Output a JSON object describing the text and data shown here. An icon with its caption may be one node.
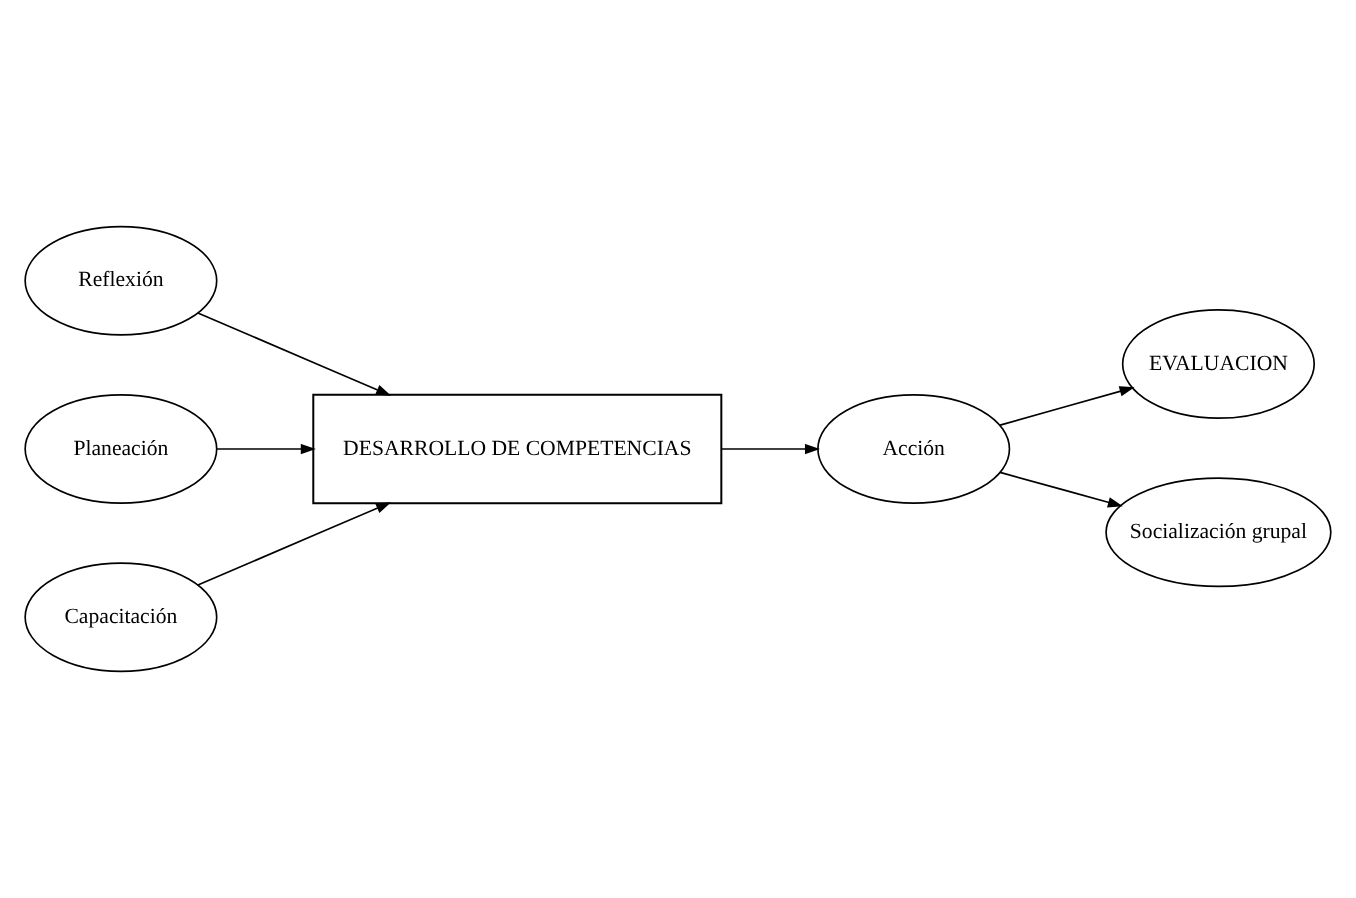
{
  "diagram": {
    "nodes": [
      {
        "text": [
          "Reflexión"
        ]
      },
      {
        "text": [
          "Planeación"
        ]
      },
      {
        "text": [
          "DESARROLLO DE COMPETENCIAS"
        ]
      },
      {
        "text": [
          "Capacitación"
        ]
      },
      {
        "text": [
          "Acción"
        ]
      },
      {
        "text": [
          "EVALUACION"
        ]
      },
      {
        "text": [
          "Socialización grupal"
        ]
      }
    ],
    "edges": [
      {
        "from": 0,
        "to": 2,
        "arrow": "to"
      },
      {
        "from": 1,
        "to": 2,
        "arrow": "to"
      },
      {
        "from": 3,
        "to": 2,
        "arrow": "to"
      },
      {
        "from": 2,
        "to": 4,
        "arrow": "to"
      },
      {
        "from": 4,
        "to": 5,
        "arrow": "to"
      },
      {
        "from": 4,
        "to": 6,
        "arrow": "to"
      }
    ]
  }
}
